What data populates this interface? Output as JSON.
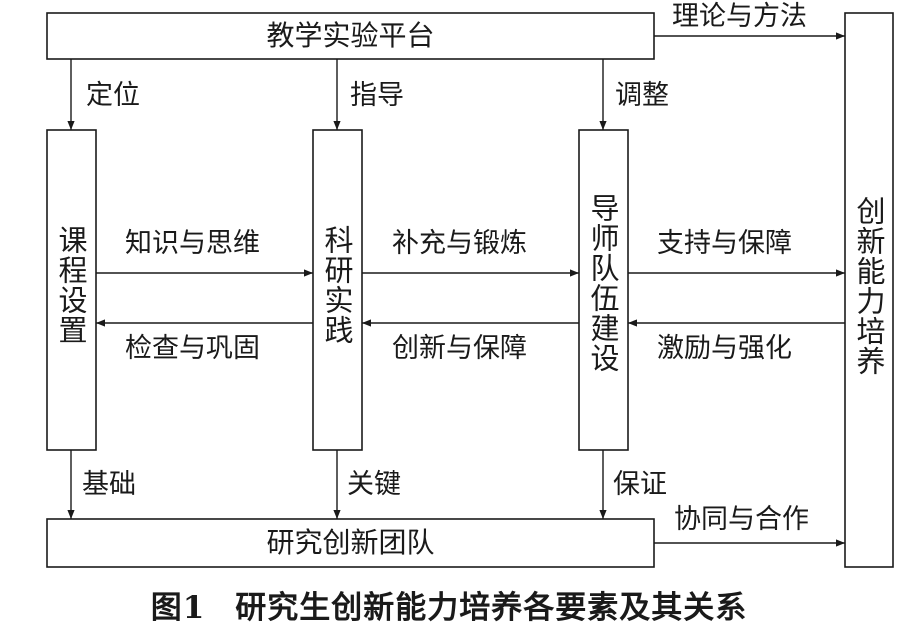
{
  "boxes": {
    "platform": "教学实验平台",
    "team": "研究创新团队",
    "curriculum": "课程设置",
    "research": "科研实践",
    "mentors": "导师队伍建设",
    "innovation": "创新能力培养"
  },
  "arrows": {
    "theory": "理论与方法",
    "positioning": "定位",
    "guidance": "指导",
    "adjustment": "调整",
    "knowledge": "知识与思维",
    "review": "检查与巩固",
    "supplement": "补充与锻炼",
    "innovate_guarantee": "创新与保障",
    "support": "支持与保障",
    "incentive": "激励与强化",
    "foundation": "基础",
    "key": "关键",
    "guarantee": "保证",
    "collaboration": "协同与合作"
  },
  "caption": {
    "number": "图1",
    "title": "研究生创新能力培养各要素及其关系"
  }
}
